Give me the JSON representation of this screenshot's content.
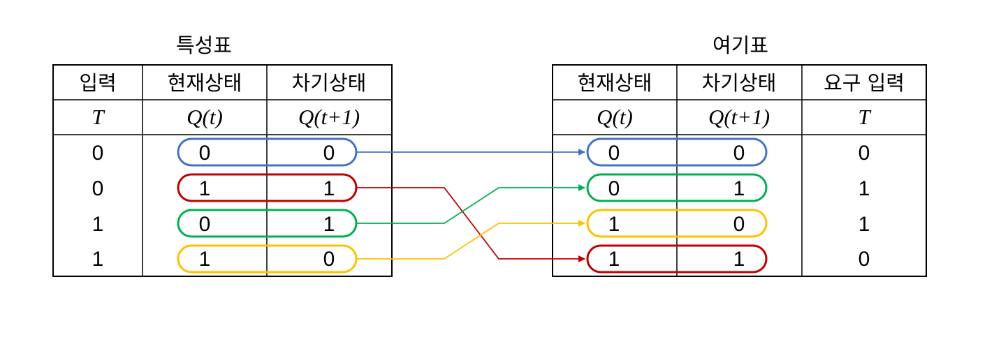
{
  "characteristic_table": {
    "title": "특성표",
    "headers": [
      "입력",
      "현재상태",
      "차기상태"
    ],
    "symbols": [
      "T",
      "Q(t)",
      "Q(t+1)"
    ],
    "rows": [
      {
        "T": "0",
        "Q": "0",
        "Qn": "0"
      },
      {
        "T": "0",
        "Q": "1",
        "Qn": "1"
      },
      {
        "T": "1",
        "Q": "0",
        "Qn": "1"
      },
      {
        "T": "1",
        "Q": "1",
        "Qn": "0"
      }
    ]
  },
  "excitation_table": {
    "title": "여기표",
    "headers": [
      "현재상태",
      "차기상태",
      "요구 입력"
    ],
    "symbols": [
      "Q(t)",
      "Q(t+1)",
      "T"
    ],
    "rows": [
      {
        "Q": "0",
        "Qn": "0",
        "T": "0"
      },
      {
        "Q": "0",
        "Qn": "1",
        "T": "1"
      },
      {
        "Q": "1",
        "Qn": "0",
        "T": "1"
      },
      {
        "Q": "1",
        "Qn": "1",
        "T": "0"
      }
    ]
  },
  "mappings": [
    {
      "from_row": 0,
      "to_row": 0,
      "color": "#4472c4"
    },
    {
      "from_row": 1,
      "to_row": 3,
      "color": "#c00000"
    },
    {
      "from_row": 2,
      "to_row": 1,
      "color": "#00b050"
    },
    {
      "from_row": 3,
      "to_row": 2,
      "color": "#ffc000"
    }
  ]
}
